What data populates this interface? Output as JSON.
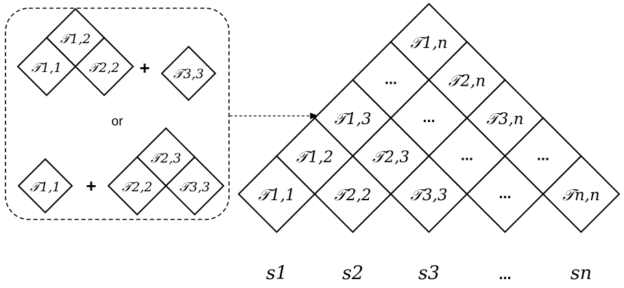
{
  "left_panel": {
    "option_a": {
      "merged": [
        "𝒯1,2",
        "𝒯1,1",
        "𝒯2,2"
      ],
      "plus": "+",
      "single": "𝒯3,3"
    },
    "connector": "or",
    "option_b": {
      "single": "𝒯1,1",
      "plus": "+",
      "merged": [
        "𝒯2,3",
        "𝒯2,2",
        "𝒯3,3"
      ]
    }
  },
  "triangle": {
    "row_1": [
      "𝒯1,1",
      "𝒯2,2",
      "𝒯3,3",
      "...",
      "𝒯n,n"
    ],
    "row_2": [
      "𝒯1,2",
      "𝒯2,3",
      "...",
      "..."
    ],
    "row_3": [
      "𝒯1,3",
      "...",
      "𝒯3,n"
    ],
    "row_4": [
      "...",
      "𝒯2,n"
    ],
    "row_5": [
      "𝒯1,n"
    ]
  },
  "sequence": [
    "s1",
    "s2",
    "s3",
    "...",
    "sn"
  ],
  "colors": {
    "stroke": "#000000",
    "fill": "#ffffff"
  }
}
